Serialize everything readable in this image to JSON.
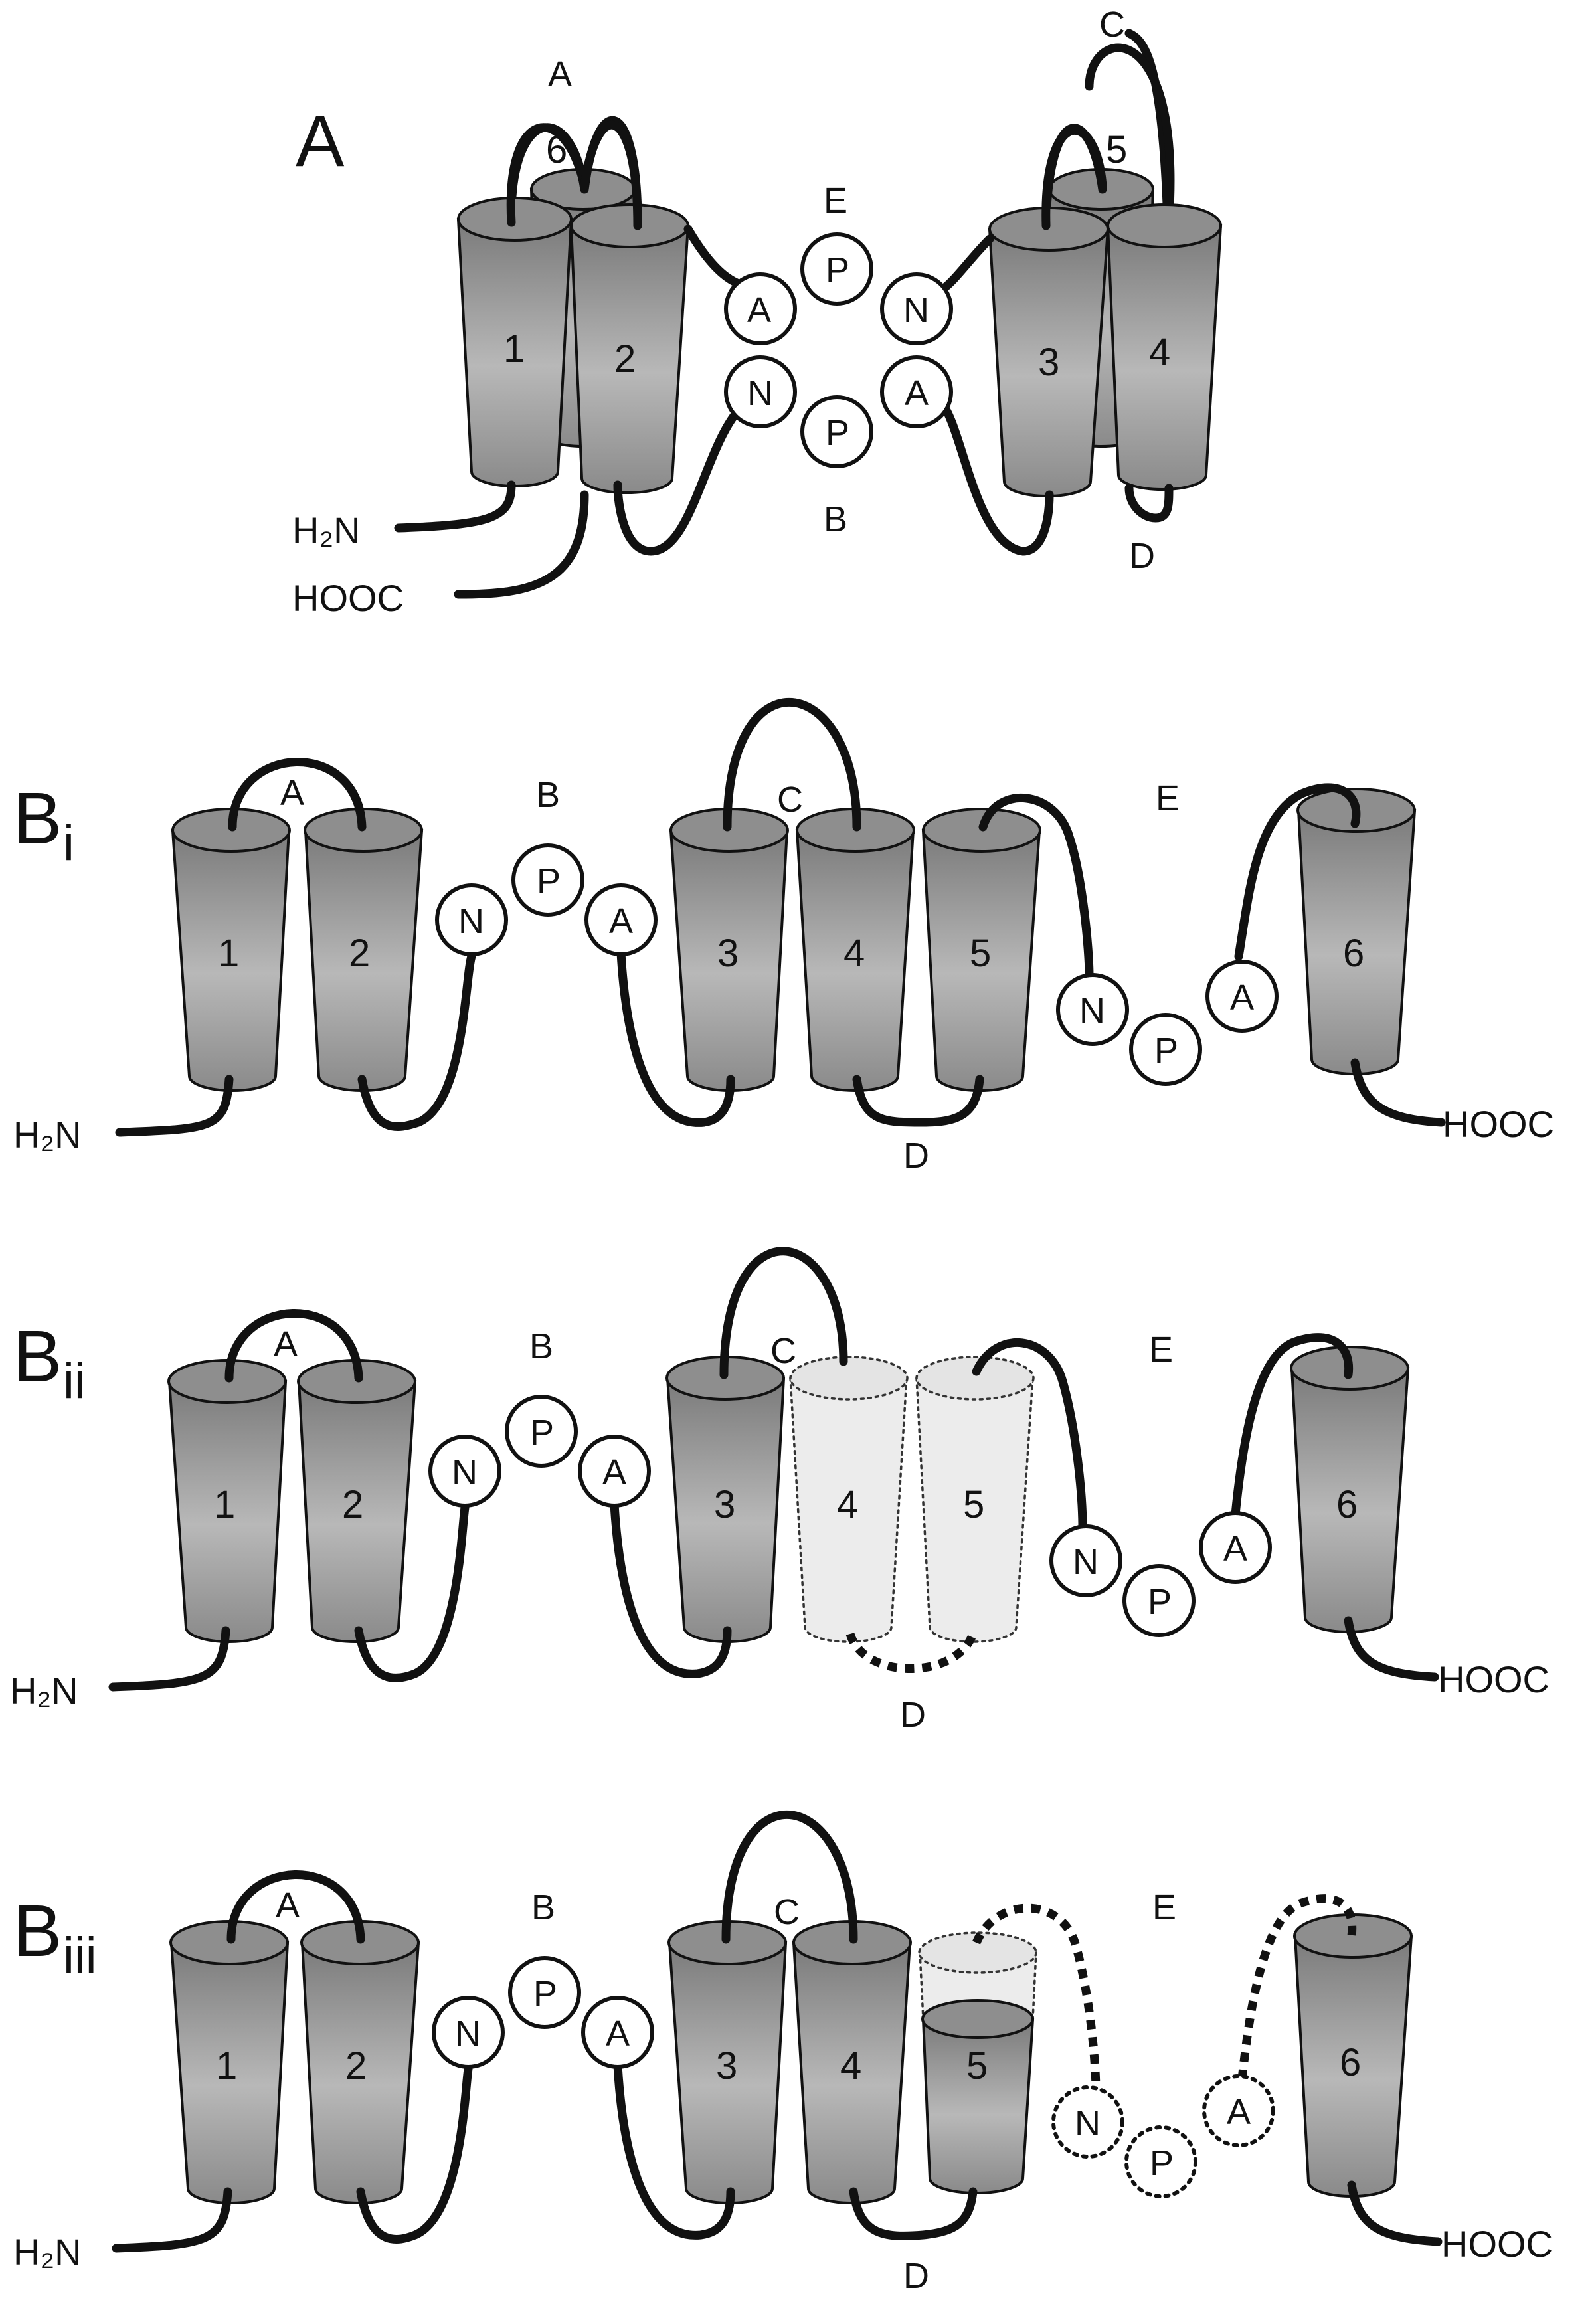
{
  "panelA": {
    "title": "A",
    "helices": [
      "1",
      "2",
      "3",
      "4",
      "5",
      "6"
    ],
    "loops": [
      "A",
      "B",
      "C",
      "D",
      "E"
    ],
    "npa_top": [
      "A",
      "P",
      "N"
    ],
    "npa_bottom": [
      "N",
      "P",
      "A"
    ],
    "n_term": "H₂N",
    "c_term": "HOOC"
  },
  "panelBi": {
    "title": "B",
    "sub": "i",
    "helices": [
      "1",
      "2",
      "3",
      "4",
      "5",
      "6"
    ],
    "loops": [
      "A",
      "B",
      "C",
      "D",
      "E"
    ],
    "npa1": [
      "N",
      "P",
      "A"
    ],
    "npa2": [
      "N",
      "P",
      "A"
    ],
    "n_term": "H₂N",
    "c_term": "HOOC"
  },
  "panelBii": {
    "title": "B",
    "sub": "ii",
    "helices": [
      "1",
      "2",
      "3",
      "4",
      "5",
      "6"
    ],
    "loops": [
      "A",
      "B",
      "C",
      "D",
      "E"
    ],
    "npa1": [
      "N",
      "P",
      "A"
    ],
    "npa2": [
      "N",
      "P",
      "A"
    ],
    "n_term": "H₂N",
    "c_term": "HOOC"
  },
  "panelBiii": {
    "title": "B",
    "sub": "iii",
    "helices": [
      "1",
      "2",
      "3",
      "4",
      "5",
      "6"
    ],
    "loops": [
      "A",
      "B",
      "C",
      "D",
      "E"
    ],
    "npa1": [
      "N",
      "P",
      "A"
    ],
    "npa2": [
      "N",
      "P",
      "A"
    ],
    "n_term": "H₂N",
    "c_term": "HOOC"
  }
}
